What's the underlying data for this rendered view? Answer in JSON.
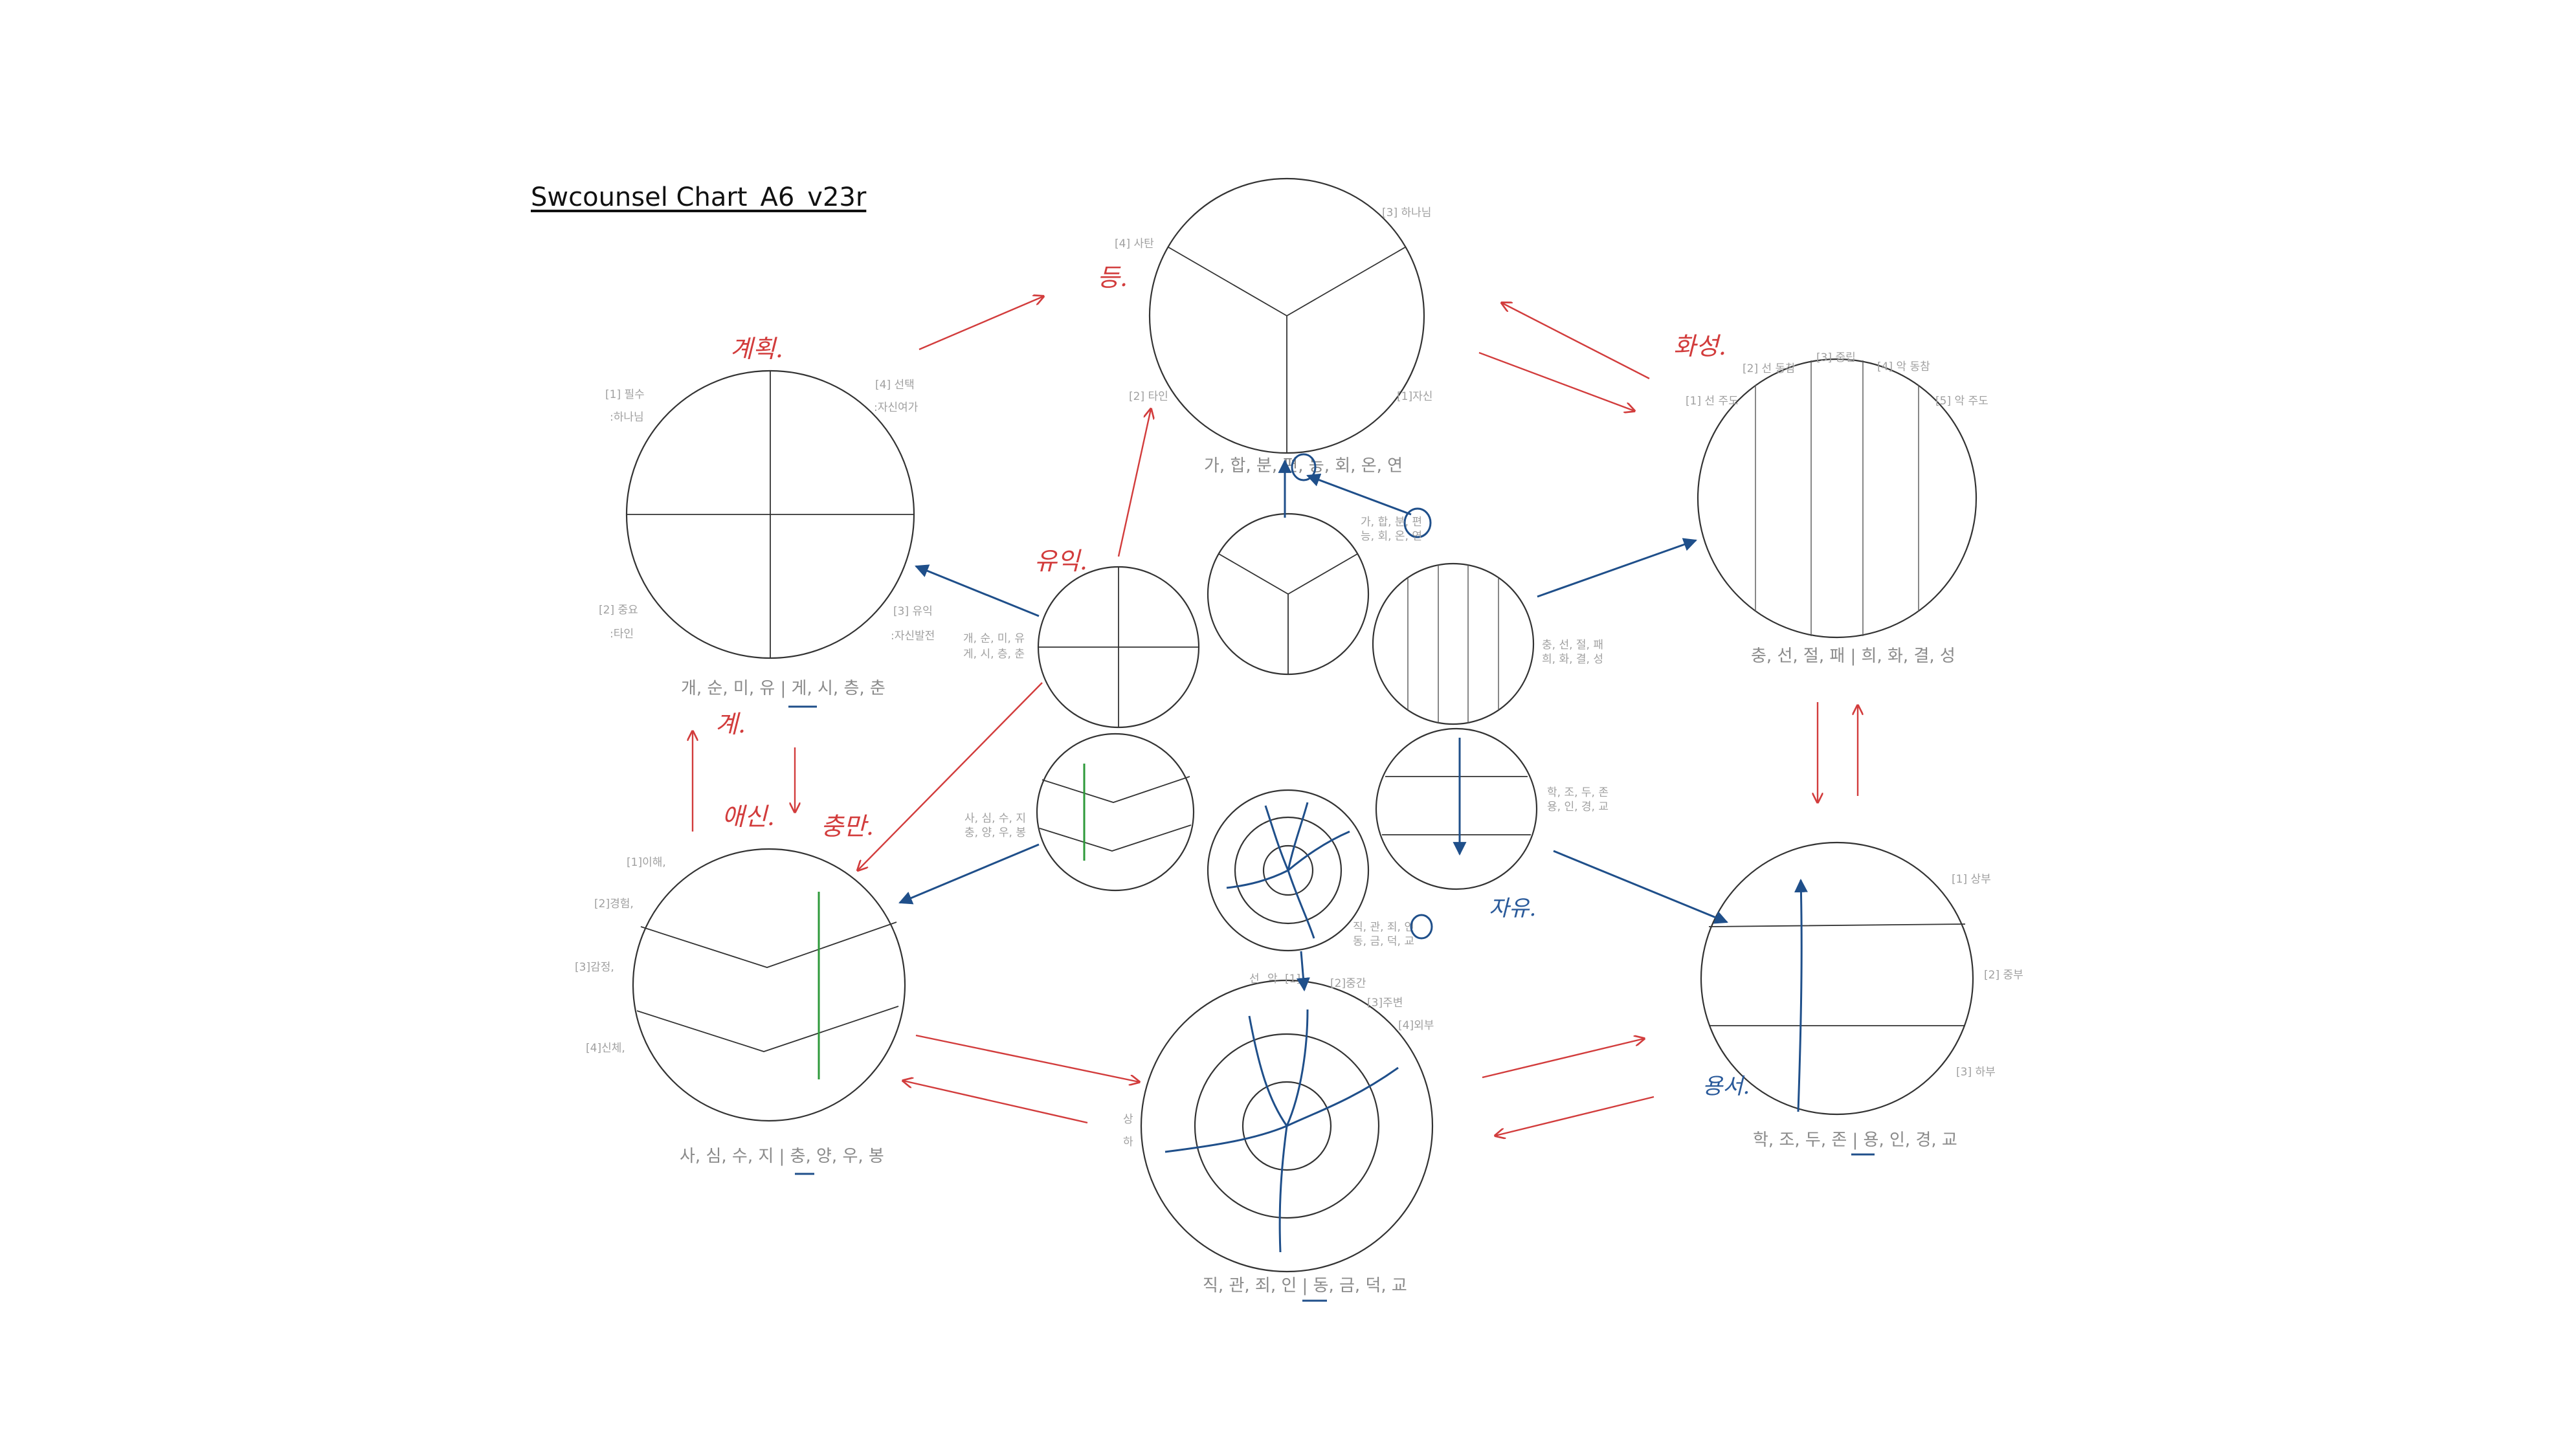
{
  "title": "Swcounsel Chart_A6_v23r",
  "top_circle": {
    "caption": "가, 합, 분, 편, 능, 회, 온, 연",
    "labels": [
      "[3] 하나님",
      "[4] 사탄",
      "[2] 타인",
      "[1]자신"
    ],
    "note": "등."
  },
  "left_circle": {
    "caption": "개, 순, 미, 유 | 게, 시, 층, 춘",
    "labels": [
      "[1] 필수",
      ":하나님",
      "[4] 선택",
      ":자신여가",
      "[2] 중요",
      ":타인",
      "[3] 유익",
      ":자신발전"
    ],
    "notes": [
      "계획.",
      "계."
    ]
  },
  "right_circle": {
    "caption": "충, 선, 절, 패 | 희, 화, 결, 성",
    "labels": [
      "[2] 선 동참",
      "[3] 중립",
      "[4] 악 동참",
      "[1] 선 주도",
      "[5] 악 주도"
    ],
    "note": "화성."
  },
  "lower_left_circle": {
    "caption": "사, 심, 수, 지 | 충, 양, 우, 봉",
    "labels": [
      "[1]이해,",
      "[2]경험,",
      "[3]감정,",
      "[4]신체,"
    ],
    "notes": [
      "애신.",
      "충만."
    ]
  },
  "bottom_circle": {
    "caption": "직, 관, 죄, 인 | 동, 금, 덕, 교",
    "labels": [
      "선",
      "악",
      "[1]",
      "[2]중간",
      "[3]주변",
      "[4]외부",
      "상",
      "하"
    ]
  },
  "lower_right_circle": {
    "caption": "학, 조, 두, 존 | 용, 인, 경, 교",
    "labels": [
      "[1] 상부",
      "[2] 중부",
      "[3] 하부"
    ],
    "note": "용서."
  },
  "center": {
    "cross_label": [
      "개, 순, 미, 유",
      "게, 시, 층, 춘"
    ],
    "y_label": [
      "가, 합, 분, 편",
      "능, 회, 온, 연"
    ],
    "bars_label": [
      "충, 선, 절, 패",
      "희, 화, 결, 성"
    ],
    "chevron_label": [
      "사, 심, 수, 지",
      "충, 양, 우, 봉"
    ],
    "rings_label": [
      "직, 관, 죄, 인",
      "동, 금, 덕, 교"
    ],
    "band_label": [
      "학, 조, 두, 존",
      "용, 인, 경, 교"
    ],
    "notes": [
      "유익.",
      "자유."
    ]
  },
  "colors": {
    "ink": "#333333",
    "red_arrow": "#d23c3c",
    "blue_arrow": "#1f4f8a",
    "green_mark": "#2e9a3a",
    "caption_gray": "#8a8a8a"
  }
}
